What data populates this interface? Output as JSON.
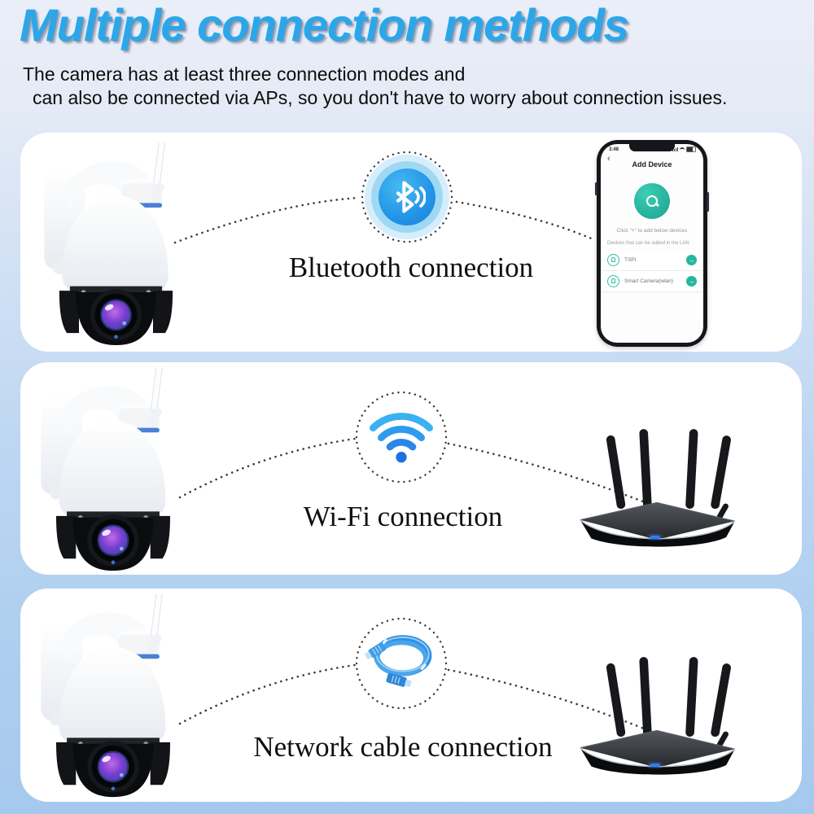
{
  "page": {
    "title": "Multiple connection methods",
    "subtitle_line1": "The camera has at least three connection modes and",
    "subtitle_line2": "can also be connected via APs, so you don't have to worry about connection issues."
  },
  "sections": [
    {
      "id": "bluetooth",
      "label": "Bluetooth connection",
      "icon": "bluetooth-icon",
      "left_device": "ptz-camera",
      "right_device": "smartphone-app"
    },
    {
      "id": "wifi",
      "label": "Wi-Fi connection",
      "icon": "wifi-icon",
      "left_device": "ptz-camera",
      "right_device": "wifi-router"
    },
    {
      "id": "cable",
      "label": "Network cable connection",
      "icon": "ethernet-cable-icon",
      "left_device": "ptz-camera",
      "right_device": "wifi-router"
    }
  ],
  "phone_app": {
    "status_time": "3:48",
    "back_icon": "‹",
    "screen_title": "Add Device",
    "hint": "Click \"+\" to add below devices",
    "lan_caption": "Devices that can be added in the LAN",
    "device_rows": [
      {
        "icon": "bulb-icon",
        "name": "TSPI",
        "action_icon": "→"
      },
      {
        "icon": "bulb-icon",
        "name": "Smart Camera(wlan)",
        "action_icon": "→"
      }
    ]
  },
  "colors": {
    "title_blue": "#2ba7e9",
    "bluetooth_blue": "#2193e6",
    "wifi_blue": "#2e9bef",
    "app_teal": "#23b79e",
    "cable_blue": "#3f9ce6",
    "router_led_blue": "#2f7df0",
    "background_band": "#b7d3f1",
    "panel_white": "#ffffff"
  }
}
